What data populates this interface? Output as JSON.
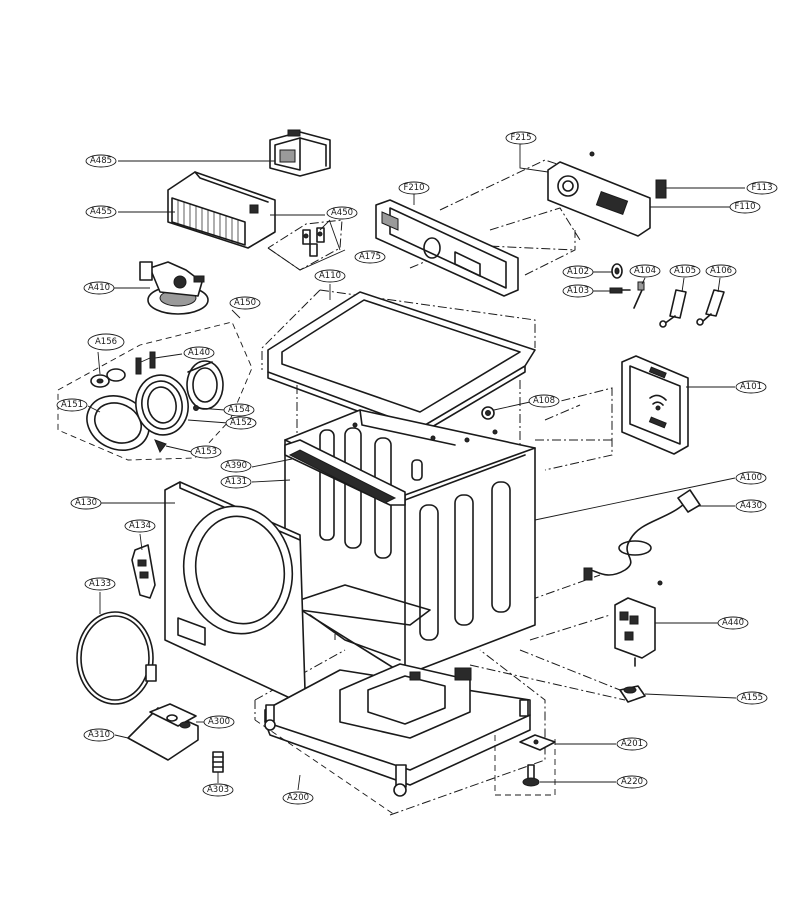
{
  "callouts": [
    {
      "id": "A485",
      "label": "A485"
    },
    {
      "id": "A455",
      "label": "A455"
    },
    {
      "id": "A450",
      "label": "A450"
    },
    {
      "id": "A175",
      "label": "A175"
    },
    {
      "id": "A410",
      "label": "A410"
    },
    {
      "id": "A150",
      "label": "A150"
    },
    {
      "id": "A156",
      "label": "A156"
    },
    {
      "id": "A140",
      "label": "A140"
    },
    {
      "id": "A151",
      "label": "A151"
    },
    {
      "id": "A154",
      "label": "A154"
    },
    {
      "id": "A152",
      "label": "A152"
    },
    {
      "id": "A153",
      "label": "A153"
    },
    {
      "id": "A390",
      "label": "A390"
    },
    {
      "id": "A131",
      "label": "A131"
    },
    {
      "id": "A130",
      "label": "A130"
    },
    {
      "id": "A134",
      "label": "A134"
    },
    {
      "id": "A133",
      "label": "A133"
    },
    {
      "id": "A310",
      "label": "A310"
    },
    {
      "id": "A300",
      "label": "A300"
    },
    {
      "id": "A303",
      "label": "A303"
    },
    {
      "id": "A200",
      "label": "A200"
    },
    {
      "id": "F215",
      "label": "F215"
    },
    {
      "id": "F210",
      "label": "F210"
    },
    {
      "id": "F113",
      "label": "F113"
    },
    {
      "id": "F110",
      "label": "F110"
    },
    {
      "id": "A110",
      "label": "A110"
    },
    {
      "id": "A102",
      "label": "A102"
    },
    {
      "id": "A103",
      "label": "A103"
    },
    {
      "id": "A104",
      "label": "A104"
    },
    {
      "id": "A105",
      "label": "A105"
    },
    {
      "id": "A106",
      "label": "A106"
    },
    {
      "id": "A108",
      "label": "A108"
    },
    {
      "id": "A101",
      "label": "A101"
    },
    {
      "id": "A100",
      "label": "A100"
    },
    {
      "id": "A430",
      "label": "A430"
    },
    {
      "id": "A440",
      "label": "A440"
    },
    {
      "id": "A155",
      "label": "A155"
    },
    {
      "id": "A201",
      "label": "A201"
    },
    {
      "id": "A220",
      "label": "A220"
    }
  ]
}
